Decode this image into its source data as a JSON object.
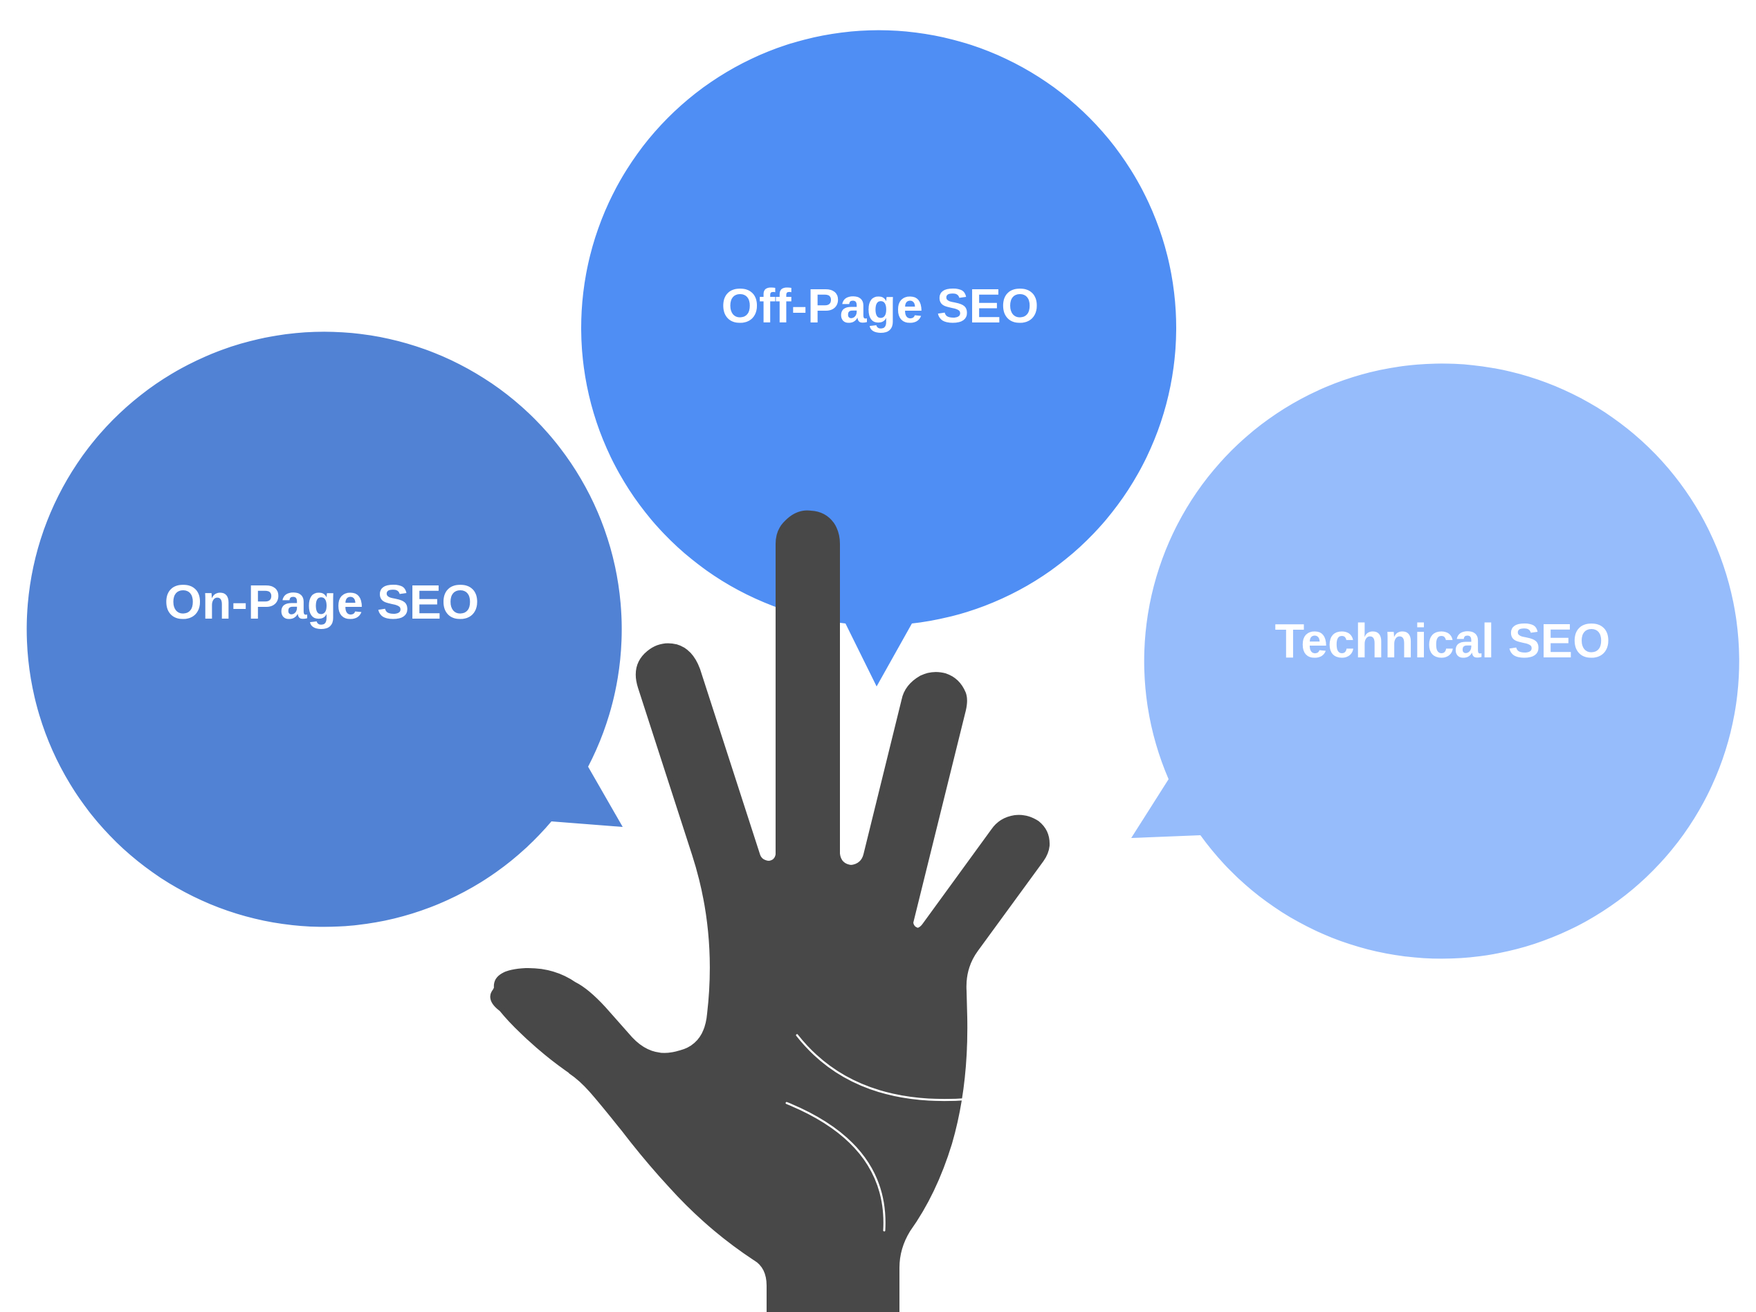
{
  "diagram": {
    "bubbles": [
      {
        "id": "on-page",
        "label": "On-Page SEO",
        "color": "#5182d4"
      },
      {
        "id": "off-page",
        "label": "Off-Page SEO",
        "color": "#4f8ef4"
      },
      {
        "id": "technical",
        "label": "Technical SEO",
        "color": "#96bcfb"
      }
    ],
    "hand": {
      "color": "#484848",
      "palm_line_color": "#ffffff"
    },
    "background": "#ffffff"
  }
}
